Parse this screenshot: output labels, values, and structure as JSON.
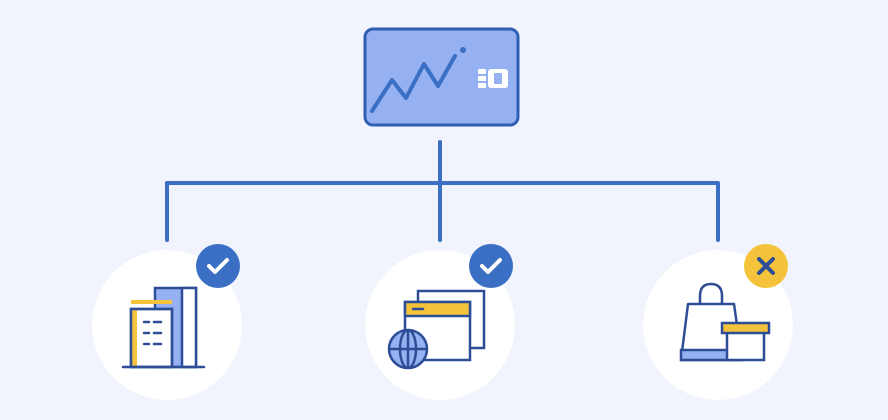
{
  "colors": {
    "background": "#f1f3fd",
    "connector": "#3a6fc4",
    "card_fill": "#96b1f1",
    "card_stroke": "#2f5fb3",
    "circle_fill": "#ffffff",
    "icon_stroke": "#2d4e96",
    "accent_blue": "#3a6fc4",
    "accent_yellow": "#f5c33b",
    "check_badge": "#3a6fc4",
    "cross_badge": "#f5c33b",
    "cross_mark": "#2d4e96"
  },
  "card": {
    "icon": "credit-card-with-trend-line-icon"
  },
  "nodes": [
    {
      "id": "business",
      "icon": "office-buildings-icon",
      "status": "approved",
      "badge_icon": "check-icon"
    },
    {
      "id": "online",
      "icon": "browser-windows-globe-icon",
      "status": "approved",
      "badge_icon": "check-icon"
    },
    {
      "id": "retail",
      "icon": "shopping-bag-box-icon",
      "status": "rejected",
      "badge_icon": "cross-icon"
    }
  ]
}
